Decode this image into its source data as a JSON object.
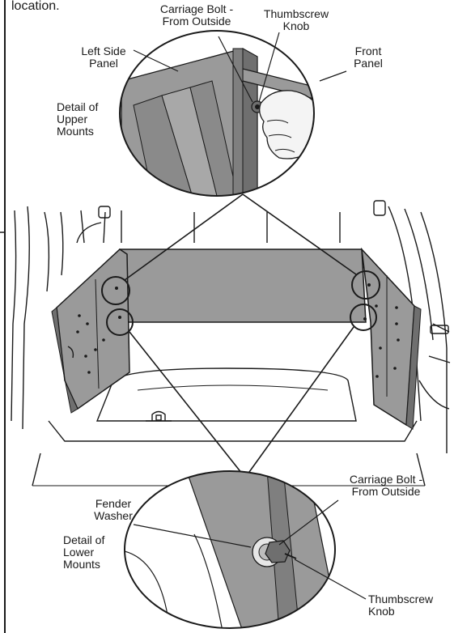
{
  "header_text": "location.",
  "upper_detail": {
    "carriage_bolt_label": "Carriage Bolt -\nFrom Outside",
    "thumbscrew_label": "Thumbscrew\nKnob",
    "left_side_panel_label": "Left Side\nPanel",
    "front_panel_label": "Front\nPanel",
    "detail_title": "Detail of\nUpper\nMounts"
  },
  "lower_detail": {
    "fender_washer_label": "Fender\nWasher",
    "carriage_bolt_label": "Carriage Bolt -\nFrom Outside",
    "detail_title": "Detail of\nLower\nMounts",
    "thumbscrew_label": "Thumbscrew\nKnob"
  },
  "colors": {
    "panel_gray": "#9a9a9a",
    "panel_dark": "#6f6f6f",
    "line": "#1a1a1a",
    "skin": "#f4f4f4"
  }
}
